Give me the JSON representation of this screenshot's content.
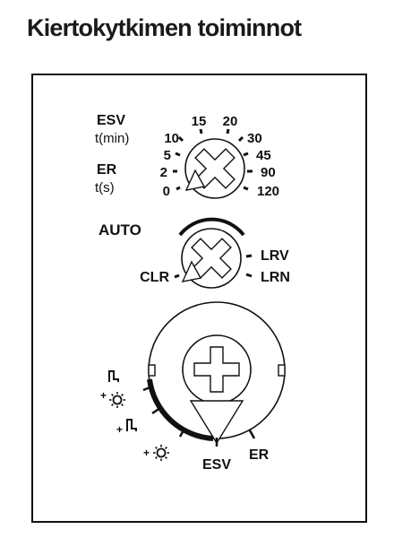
{
  "page": {
    "title": "Kiertokytkimen toiminnot"
  },
  "dial_timer": {
    "mode_esv": "ESV",
    "unit_esv": "t(min)",
    "mode_er": "ER",
    "unit_er": "t(s)",
    "left_scale": [
      "10",
      "5",
      "2",
      "0"
    ],
    "top_scale": [
      "15",
      "20"
    ],
    "right_scale": [
      "30",
      "45",
      "90",
      "120"
    ]
  },
  "dial_auto": {
    "title": "AUTO",
    "left_label": "CLR",
    "right_labels": [
      "LRV",
      "LRN"
    ]
  },
  "dial_mode": {
    "bottom_labels": [
      "ESV",
      "ER"
    ],
    "symbol_plus": "+"
  }
}
